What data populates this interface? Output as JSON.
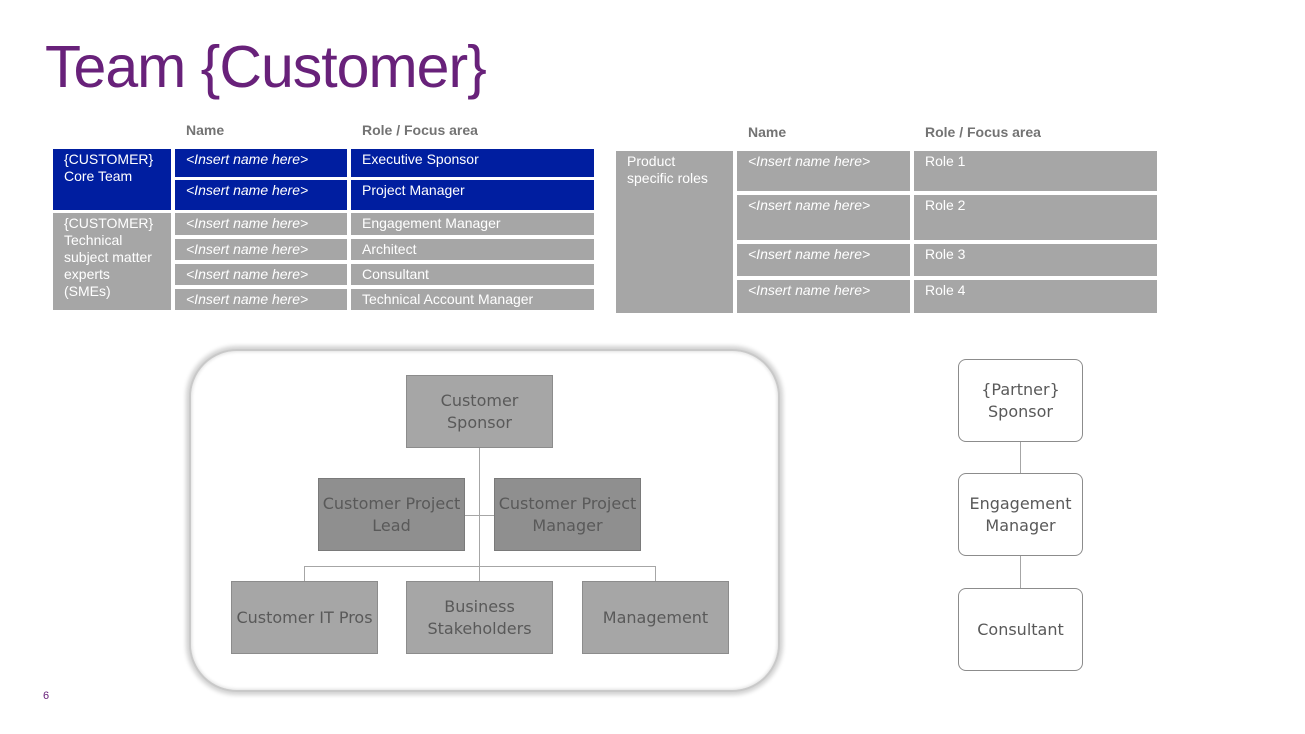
{
  "title": "Team {Customer}",
  "left_table": {
    "headers": {
      "name": "Name",
      "role": "Role / Focus area"
    },
    "groups": [
      {
        "label": "{CUSTOMER} Core Team",
        "color": "#001ea0",
        "rows": [
          {
            "name": "<Insert name here>",
            "role": "Executive Sponsor"
          },
          {
            "name": "<Insert name here>",
            "role": "Project Manager"
          }
        ]
      },
      {
        "label": "{CUSTOMER} Technical subject matter experts (SMEs)",
        "color": "#a6a6a6",
        "rows": [
          {
            "name": "<Insert name here>",
            "role": "Engagement Manager"
          },
          {
            "name": "<Insert name here>",
            "role": "Architect"
          },
          {
            "name": "<Insert name here>",
            "role": "Consultant"
          },
          {
            "name": "<Insert name here>",
            "role": "Technical Account Manager"
          }
        ]
      }
    ]
  },
  "right_table": {
    "headers": {
      "name": "Name",
      "role": "Role / Focus area"
    },
    "group_label": "Product specific roles",
    "rows": [
      {
        "name": "<Insert name here>",
        "role": "Role 1"
      },
      {
        "name": "<Insert name here>",
        "role": "Role 2"
      },
      {
        "name": "<Insert name here>",
        "role": "Role 3"
      },
      {
        "name": "<Insert name here>",
        "role": "Role 4"
      }
    ]
  },
  "customer_org": {
    "sponsor": "Customer Sponsor",
    "project_lead": "Customer Project Lead",
    "project_manager": "Customer Project Manager",
    "it_pros": "Customer IT Pros",
    "business_stakeholders": "Business Stakeholders",
    "management": "Management"
  },
  "partner_org": {
    "sponsor": "{Partner} Sponsor",
    "engagement_manager": "Engagement Manager",
    "consultant": "Consultant"
  },
  "page_number": "6"
}
